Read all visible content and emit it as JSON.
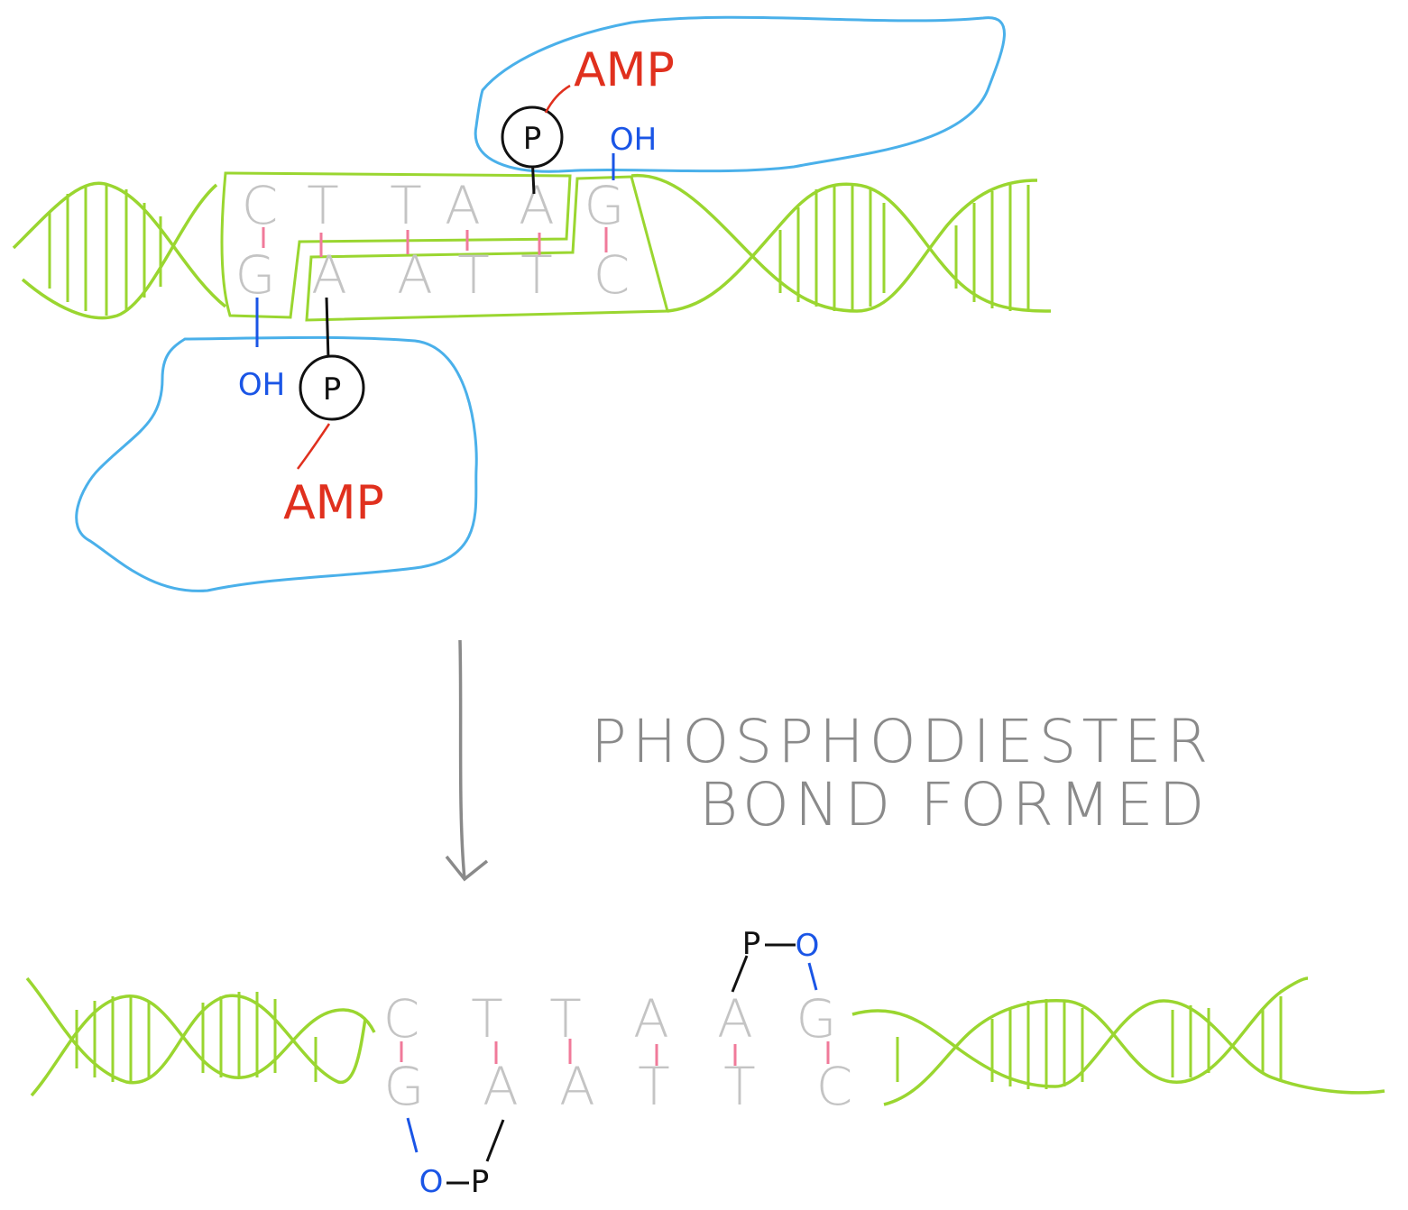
{
  "top": {
    "upper_strand": [
      "C",
      "T",
      "T",
      "A",
      "A",
      "G"
    ],
    "lower_strand": [
      "G",
      "A",
      "A",
      "T",
      "T",
      "C"
    ],
    "amp_upper": "AMP",
    "amp_lower": "AMP",
    "p_upper": "P",
    "p_lower": "P",
    "oh_upper": "OH",
    "oh_lower": "OH"
  },
  "label": {
    "line1": "PHOSPHODIESTER",
    "line2": "BOND  FORMED"
  },
  "bottom": {
    "upper_strand": [
      "C",
      "T",
      "T",
      "A",
      "A",
      "G"
    ],
    "lower_strand": [
      "G",
      "A",
      "A",
      "T",
      "T",
      "C"
    ],
    "bond_upper_p": "P",
    "bond_upper_o": "O",
    "bond_lower_o": "O",
    "bond_lower_p": "P"
  },
  "colors": {
    "dna": "#9ad630",
    "enzyme": "#4ab0ea",
    "amp": "#e0301e",
    "oxygen": "#1a55e6",
    "hbond": "#f07a9a",
    "base": "#c4c4c4",
    "label": "#8a8a8a"
  }
}
